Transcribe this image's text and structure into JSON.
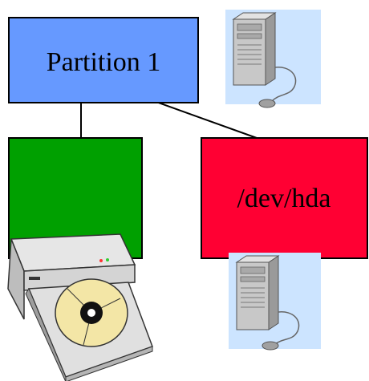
{
  "nodes": {
    "partition": {
      "label": "Partition 1",
      "color": "#6699ff"
    },
    "green_box": {
      "label": "",
      "color": "#00a000"
    },
    "device": {
      "label": "/dev/hda",
      "color": "#ff0033"
    }
  },
  "clipart": {
    "computer_top": {
      "icon": "desktop-tower-computer-icon",
      "backdrop": "#cce4ff"
    },
    "computer_bottom": {
      "icon": "desktop-tower-computer-icon",
      "backdrop": "#cce4ff"
    },
    "cd_drive": {
      "icon": "cd-rom-drive-icon"
    }
  },
  "edges": [
    {
      "from": "partition",
      "to": "green_box"
    },
    {
      "from": "partition",
      "to": "device"
    }
  ]
}
